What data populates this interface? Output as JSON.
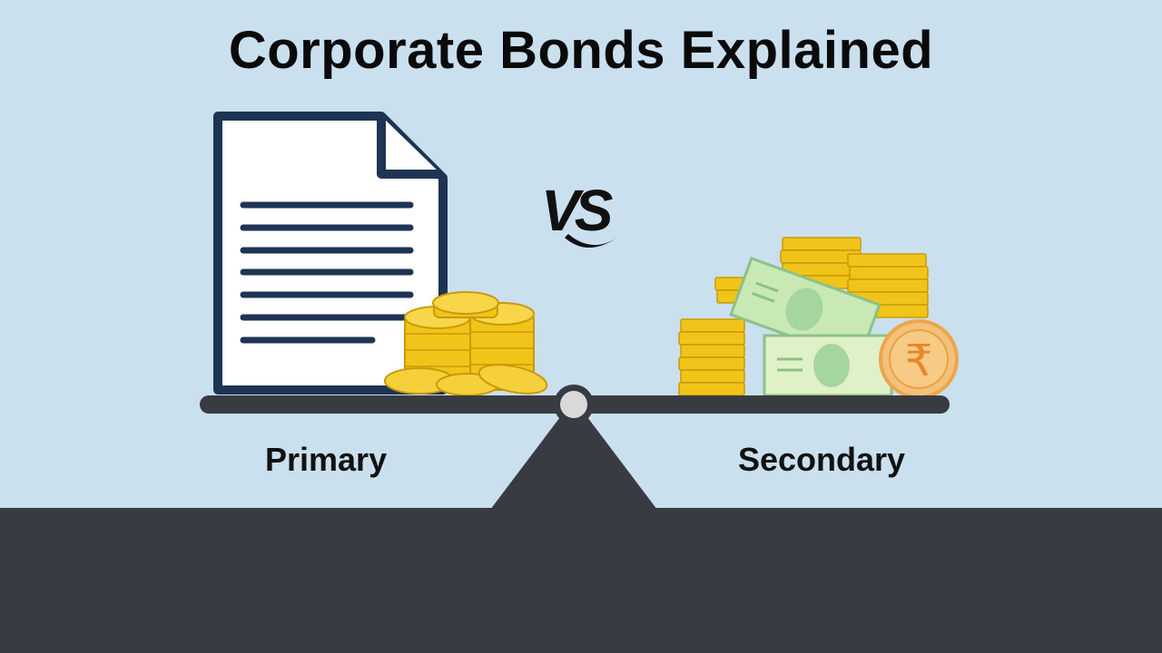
{
  "title": "Corporate Bonds Explained",
  "left_label": "Primary",
  "right_label": "Secondary",
  "vs_text": "VS",
  "currency_symbol": "₹",
  "colors": {
    "background": "#cbe0ef",
    "ground": "#393b43",
    "document_stroke": "#1e3454",
    "gold": "#f0c419",
    "banknote": "#c8e8b4",
    "coin_rupee": "#f4c17a"
  }
}
